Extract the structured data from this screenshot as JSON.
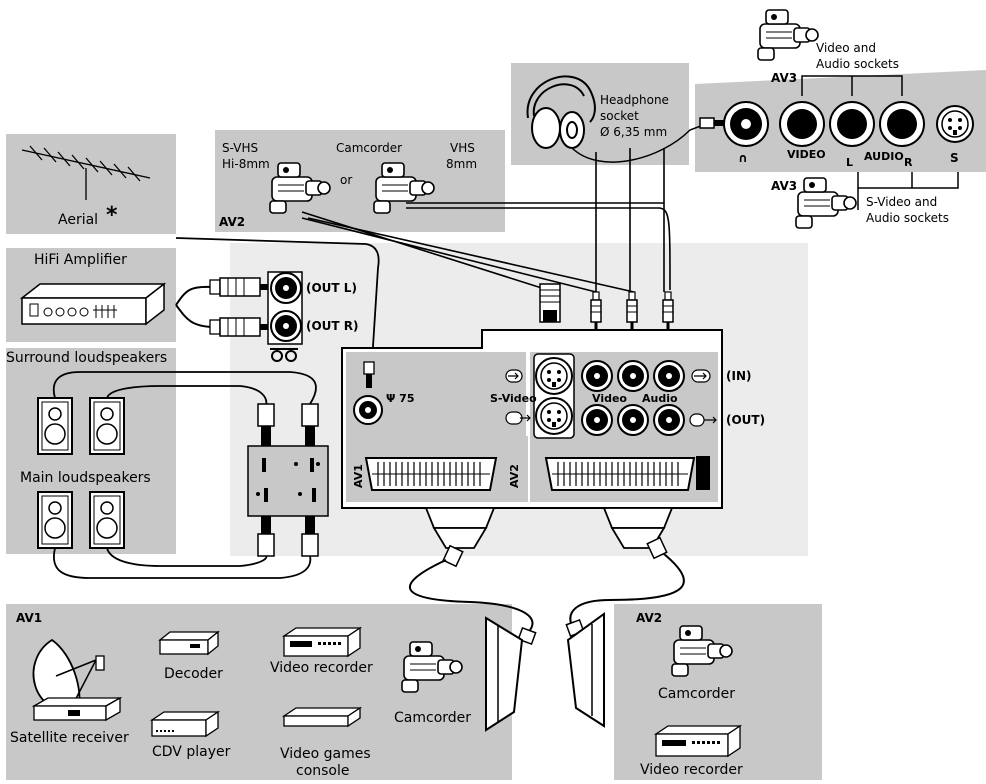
{
  "colors": {
    "panel": "#c8c8c8",
    "panel_light": "#ececec",
    "stroke": "#000000",
    "white": "#ffffff"
  },
  "labels": {
    "av3_top": "AV3",
    "av3_bottom": "AV3",
    "video_audio_sockets_1": "Video and",
    "video_audio_sockets_2": "Audio sockets",
    "headphone_1": "Headphone",
    "headphone_2": "socket",
    "headphone_3": "Ø 6,35 mm",
    "side_video": "VIDEO",
    "side_l": "L",
    "side_audio": "AUDIO",
    "side_r": "R",
    "side_s": "S",
    "svideo_audio_1": "S-Video and",
    "svideo_audio_2": "Audio sockets",
    "svhs_1": "S-VHS",
    "svhs_2": "Hi-8mm",
    "camcorder_top": "Camcorder",
    "or": "or",
    "vhs_1": "VHS",
    "vhs_2": "8mm",
    "av2_top": "AV2",
    "aerial": "Aerial",
    "aerial_star": "*",
    "hifi": "HiFi Amplifier",
    "out_l": "(OUT L)",
    "out_r": "(OUT R)",
    "surround": "Surround loudspeakers",
    "main": "Main loudspeakers",
    "antenna_75": "Ψ 75",
    "svideo_rear": "S-Video",
    "video_rear": "Video",
    "audio_rear": "Audio",
    "in": "(IN)",
    "out": "(OUT)",
    "av1_vertical": "AV1",
    "av2_vertical": "AV2",
    "av1_box": "AV1",
    "decoder": "Decoder",
    "video_recorder_1": "Video recorder",
    "satellite": "Satellite receiver",
    "cdv": "CDV player",
    "games_1": "Video games",
    "games_2": "console",
    "camcorder_av1": "Camcorder",
    "av2_box": "AV2",
    "camcorder_av2": "Camcorder",
    "video_recorder_2": "Video recorder"
  }
}
